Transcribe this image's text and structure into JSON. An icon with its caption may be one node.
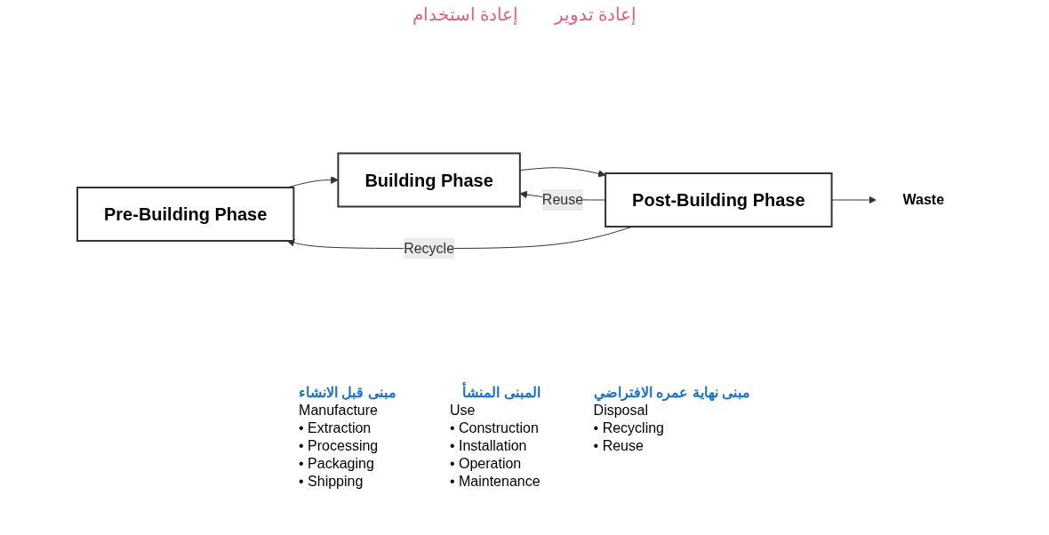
{
  "diagram": {
    "nodes": [
      {
        "text": [
          "Pre-Building Phase"
        ],
        "beside": [
          "مبنى قبل الانشاء",
          "Manufacture",
          "• Extraction",
          "• Processing",
          "• Packaging",
          "• Shipping"
        ]
      },
      {
        "text": [
          "Building Phase"
        ],
        "beside": [
          "المبنى المنشأ",
          "Use",
          "• Construction",
          "• Installation",
          "• Operation",
          "• Maintenance"
        ]
      },
      {
        "text": [
          "Post-Building Phase"
        ],
        "beside": [
          "مبنى نهاية عمره الافتراضي",
          "Disposal",
          "• Recycling",
          "• Reuse"
        ]
      },
      {
        "text": [
          "Waste"
        ]
      }
    ],
    "edges": [
      {
        "from": 0,
        "to": 1,
        "arrow": "to"
      },
      {
        "from": 1,
        "to": 2,
        "arrow": "to"
      },
      {
        "from": 2,
        "to": 0,
        "arrow": "to",
        "label": "Recycle"
      },
      {
        "from": 2,
        "to": 1,
        "arrow": "to",
        "label": "Reuse"
      },
      {
        "from": 2,
        "to": 3,
        "arrow": "to"
      }
    ],
    "labels": [
      "إعادة تدوير",
      "إعادة استخدام"
    ]
  }
}
